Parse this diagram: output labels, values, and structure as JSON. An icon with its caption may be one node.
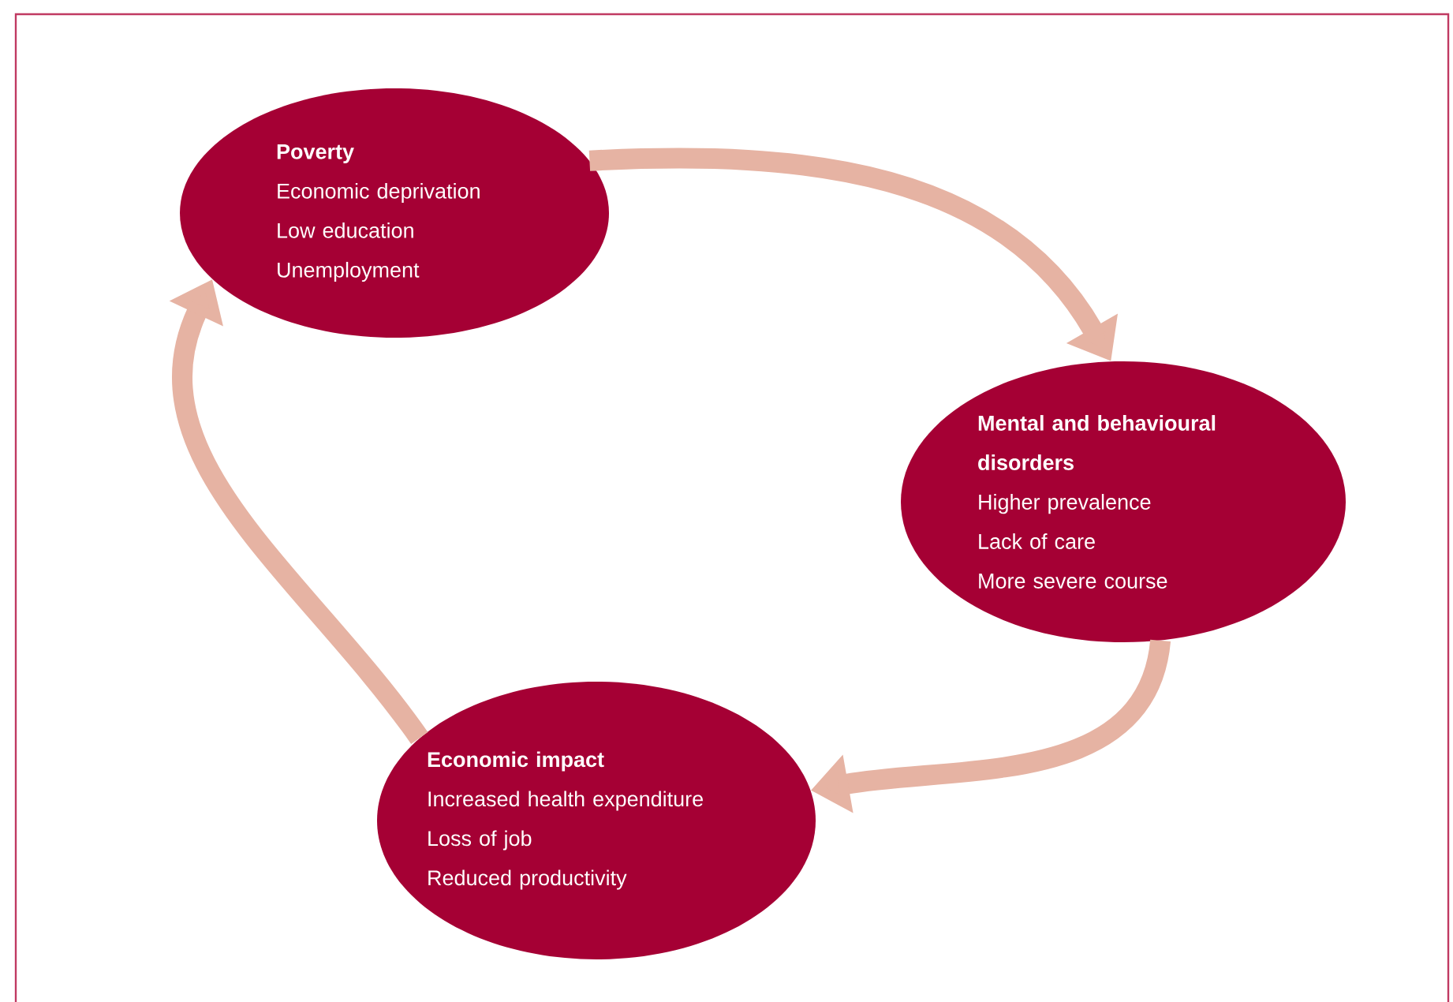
{
  "diagram": {
    "nodes": [
      {
        "text": [
          "Poverty",
          "Economic deprivation",
          "Low education",
          "Unemployment"
        ]
      },
      {
        "text": [
          "Mental and behavioural disorders",
          "Higher prevalence",
          "Lack of care",
          "More severe course"
        ]
      },
      {
        "text": [
          "Economic impact",
          "Increased health expenditure",
          "Loss of job",
          "Reduced productivity"
        ]
      }
    ],
    "edges": [
      {
        "from": 0,
        "to": 1,
        "arrow": "to"
      },
      {
        "from": 1,
        "to": 2,
        "arrow": "to"
      },
      {
        "from": 2,
        "to": 0,
        "arrow": "to"
      }
    ]
  }
}
